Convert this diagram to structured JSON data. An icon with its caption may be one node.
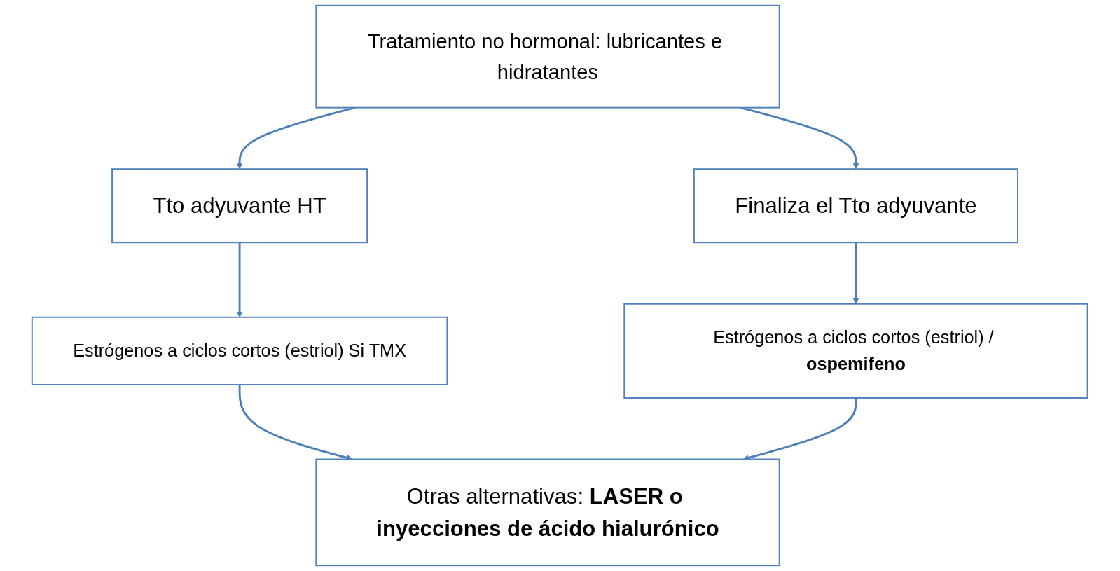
{
  "diagram": {
    "nodes": [
      {
        "text": [
          "Tratamiento no hormonal: lubricantes e hidratantes"
        ]
      },
      {
        "text": [
          "Tto adyuvante HT"
        ]
      },
      {
        "text": [
          "Finaliza el Tto adyuvante"
        ]
      },
      {
        "text": [
          "Estrógenos a ciclos cortos (estriol) Si TMX"
        ]
      },
      {
        "text": [
          "Estrógenos a ciclos cortos (estriol) / **ospemifeno**"
        ]
      },
      {
        "text": [
          "Otras alternativas: **LASER o inyecciones de ácido hialurónico**"
        ]
      }
    ],
    "edges": [
      {
        "from": 0,
        "to": 1,
        "arrow": "to"
      },
      {
        "from": 0,
        "to": 2,
        "arrow": "to"
      },
      {
        "from": 1,
        "to": 3,
        "arrow": "to"
      },
      {
        "from": 2,
        "to": 4,
        "arrow": "to"
      },
      {
        "from": 3,
        "to": 5,
        "arrow": "to"
      },
      {
        "from": 4,
        "to": 5,
        "arrow": "to"
      }
    ]
  }
}
